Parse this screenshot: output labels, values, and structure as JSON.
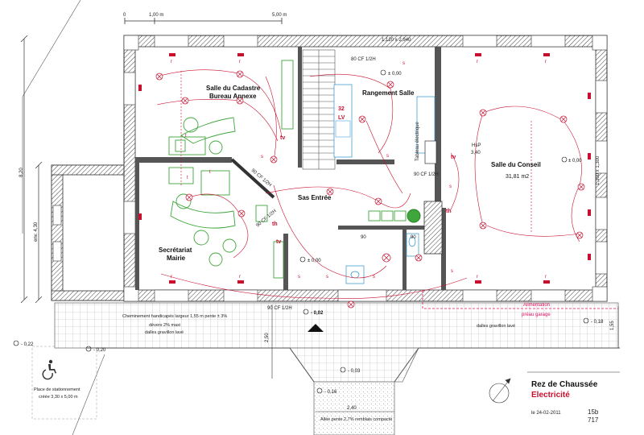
{
  "scale": {
    "zero": "0",
    "one": "1,00 m",
    "five": "5,00 m"
  },
  "rooms": {
    "cadastre_line1": "Salle du Cadastre",
    "cadastre_line2": "Bureau Annexe",
    "rangement": "Rangement Salle",
    "conseil": "Salle du Conseil",
    "conseil_area": "31,81 m2",
    "entree": "Sas Entrée",
    "secretariat_line1": "Secrétariat",
    "secretariat_line2": "Mairie"
  },
  "dimensions": {
    "total_height": "8,20",
    "env_height": "env. 4,30",
    "terrace_height": "2,50",
    "right_height": "1,55",
    "ramp_width": "2,40",
    "window_top": "1,120 x 2,940",
    "window_right": "1,300 x 1,300",
    "hp": "HsP",
    "hp_value": "3,40"
  },
  "doors": {
    "d1": "80 CF 1/2H",
    "d2": "90 CF 1/2H",
    "d3": "90 CF 1/2H",
    "d4": "90 CF 1/2H",
    "d5": "90 CF 1/2H",
    "d6": "90",
    "d7": "90"
  },
  "levels": {
    "l1": "± 0,00",
    "l2": "± 0,00",
    "l3": "± 0,00",
    "l4": "- 0,02",
    "l5": "- 0,18",
    "l6": "- 0,22",
    "l7": "- 0,20",
    "l8": "- 0,03",
    "l9": "- 0,16"
  },
  "labels": {
    "lv": "LV",
    "n32": "32",
    "tableau": "Tableau électrique",
    "tv": "tv",
    "th": "th",
    "r": "r",
    "s": "s",
    "t": "t"
  },
  "notes": {
    "chem1": "Cheminement handicapés largeur 1,55 m pente ± 3%",
    "chem2": "dévers 2% maxi",
    "chem3": "dalles gravillon lavé",
    "dalles_right": "dalles gravillon lavé",
    "alim1": "Alimentation",
    "alim2": "préau garage",
    "parking1": "Place de stationnement",
    "parking2": "créée 3,30 x 5,00 m",
    "allee": "Allée pente 2,7% remblais compacté"
  },
  "title": {
    "main": "Rez de Chaussée",
    "sub": "Electricité",
    "date": "le 24-02-2011",
    "sheet": "15b",
    "number": "717"
  },
  "colors": {
    "wall": "#333333",
    "electric": "#c8102e",
    "furniture": "#3ea63a",
    "paving": "#bdbdbd",
    "alim_line": "#e0115f"
  }
}
